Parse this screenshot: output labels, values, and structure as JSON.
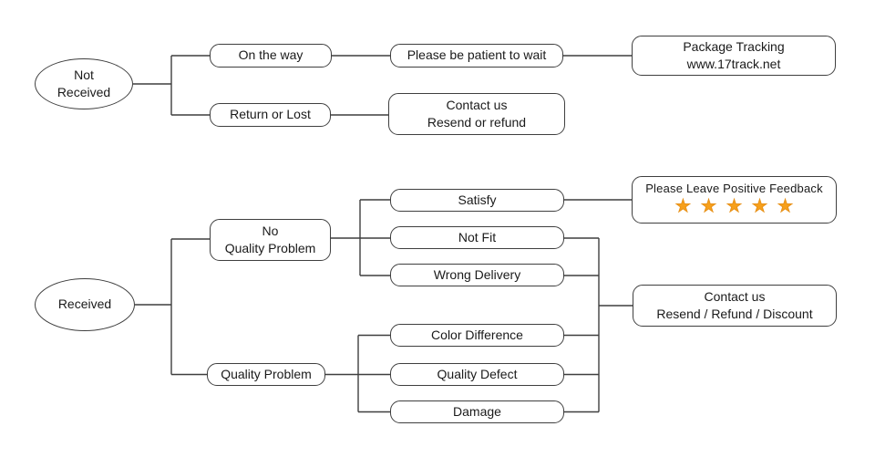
{
  "flowchart": {
    "not_received_branch": {
      "root": "Not\nReceived",
      "on_the_way": "On the way",
      "please_wait": "Please be patient to wait",
      "package_tracking": "Package Tracking\nwww.17track.net",
      "return_or_lost": "Return or Lost",
      "contact_us": "Contact us\nResend or refund"
    },
    "received_branch": {
      "root": "Received",
      "no_quality_problem": "No\nQuality Problem",
      "satisfy": "Satisfy",
      "not_fit": "Not Fit",
      "wrong_delivery": "Wrong Delivery",
      "feedback": {
        "label": "Please Leave Positive Feedback",
        "stars": "★★★★★",
        "star_count": "5"
      },
      "quality_problem": "Quality Problem",
      "color_difference": "Color Difference",
      "quality_defect": "Quality Defect",
      "damage": "Damage",
      "contact_us": "Contact us\nResend / Refund / Discount"
    },
    "colors": {
      "line": "#3F3F3F",
      "star_fill": "#F7A01B",
      "star_outline": "#E8921A",
      "background": "#FFFFFF",
      "text": "#1A1A1A"
    }
  }
}
